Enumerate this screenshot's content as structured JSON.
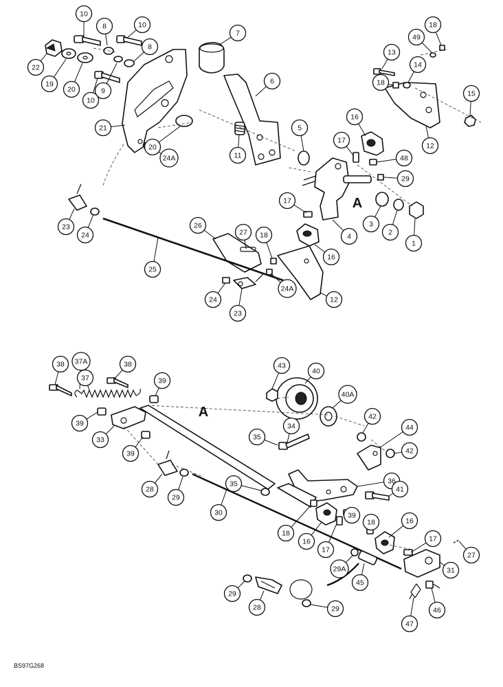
{
  "diagram": {
    "reference_code": "BS97G268",
    "view_marker_upper": "A",
    "view_marker_lower": "A",
    "callouts": [
      {
        "id": "c-u10a",
        "label": "10"
      },
      {
        "id": "c-u8a",
        "label": "8"
      },
      {
        "id": "c-u10b",
        "label": "10"
      },
      {
        "id": "c-u7",
        "label": "7"
      },
      {
        "id": "c-u8b",
        "label": "8"
      },
      {
        "id": "c-u22",
        "label": "22"
      },
      {
        "id": "c-u19",
        "label": "19"
      },
      {
        "id": "c-u20a",
        "label": "20"
      },
      {
        "id": "c-u9",
        "label": "9"
      },
      {
        "id": "c-u10c",
        "label": "10"
      },
      {
        "id": "c-u6",
        "label": "6"
      },
      {
        "id": "c-u21",
        "label": "21"
      },
      {
        "id": "c-u20b",
        "label": "20"
      },
      {
        "id": "c-u11",
        "label": "11"
      },
      {
        "id": "c-u24Aa",
        "label": "24A"
      },
      {
        "id": "c-u5",
        "label": "5"
      },
      {
        "id": "c-u18a",
        "label": "18"
      },
      {
        "id": "c-u49",
        "label": "49"
      },
      {
        "id": "c-u13",
        "label": "13"
      },
      {
        "id": "c-u14",
        "label": "14"
      },
      {
        "id": "c-u18b",
        "label": "18"
      },
      {
        "id": "c-u15",
        "label": "15"
      },
      {
        "id": "c-u12a",
        "label": "12"
      },
      {
        "id": "c-u16a",
        "label": "16"
      },
      {
        "id": "c-u17a",
        "label": "17"
      },
      {
        "id": "c-u48",
        "label": "48"
      },
      {
        "id": "c-u29a",
        "label": "29"
      },
      {
        "id": "c-u17b",
        "label": "17"
      },
      {
        "id": "c-u3",
        "label": "3"
      },
      {
        "id": "c-u2",
        "label": "2"
      },
      {
        "id": "c-u1",
        "label": "1"
      },
      {
        "id": "c-u4",
        "label": "4"
      },
      {
        "id": "c-u16b",
        "label": "16"
      },
      {
        "id": "c-u23a",
        "label": "23"
      },
      {
        "id": "c-u24a",
        "label": "24"
      },
      {
        "id": "c-u26",
        "label": "26"
      },
      {
        "id": "c-u27a",
        "label": "27"
      },
      {
        "id": "c-u18c",
        "label": "18"
      },
      {
        "id": "c-u25",
        "label": "25"
      },
      {
        "id": "c-u24Ab",
        "label": "24A"
      },
      {
        "id": "c-u12b",
        "label": "12"
      },
      {
        "id": "c-u24b",
        "label": "24"
      },
      {
        "id": "c-u23b",
        "label": "23"
      },
      {
        "id": "c-l38a",
        "label": "38"
      },
      {
        "id": "c-l37A",
        "label": "37A"
      },
      {
        "id": "c-l38b",
        "label": "38"
      },
      {
        "id": "c-l37",
        "label": "37"
      },
      {
        "id": "c-l39a",
        "label": "39"
      },
      {
        "id": "c-l43",
        "label": "43"
      },
      {
        "id": "c-l40",
        "label": "40"
      },
      {
        "id": "c-l40A",
        "label": "40A"
      },
      {
        "id": "c-l39b",
        "label": "39"
      },
      {
        "id": "c-l33",
        "label": "33"
      },
      {
        "id": "c-l39c",
        "label": "39"
      },
      {
        "id": "c-l34",
        "label": "34"
      },
      {
        "id": "c-l35a",
        "label": "35"
      },
      {
        "id": "c-l42a",
        "label": "42"
      },
      {
        "id": "c-l44",
        "label": "44"
      },
      {
        "id": "c-l42b",
        "label": "42"
      },
      {
        "id": "c-l28a",
        "label": "28"
      },
      {
        "id": "c-l29a",
        "label": "29"
      },
      {
        "id": "c-l35b",
        "label": "35"
      },
      {
        "id": "c-l36",
        "label": "36"
      },
      {
        "id": "c-l41",
        "label": "41"
      },
      {
        "id": "c-l30",
        "label": "30"
      },
      {
        "id": "c-l39d",
        "label": "39"
      },
      {
        "id": "c-l18a",
        "label": "18"
      },
      {
        "id": "c-l16a",
        "label": "16"
      },
      {
        "id": "c-l18b",
        "label": "18"
      },
      {
        "id": "c-l16b",
        "label": "16"
      },
      {
        "id": "c-l17a",
        "label": "17"
      },
      {
        "id": "c-l17b",
        "label": "17"
      },
      {
        "id": "c-l27",
        "label": "27"
      },
      {
        "id": "c-l29A",
        "label": "29A"
      },
      {
        "id": "c-l31",
        "label": "31"
      },
      {
        "id": "c-l45",
        "label": "45"
      },
      {
        "id": "c-l29b",
        "label": "29"
      },
      {
        "id": "c-l28b",
        "label": "28"
      },
      {
        "id": "c-l29c",
        "label": "29"
      },
      {
        "id": "c-l46",
        "label": "46"
      },
      {
        "id": "c-l47",
        "label": "47"
      }
    ]
  }
}
